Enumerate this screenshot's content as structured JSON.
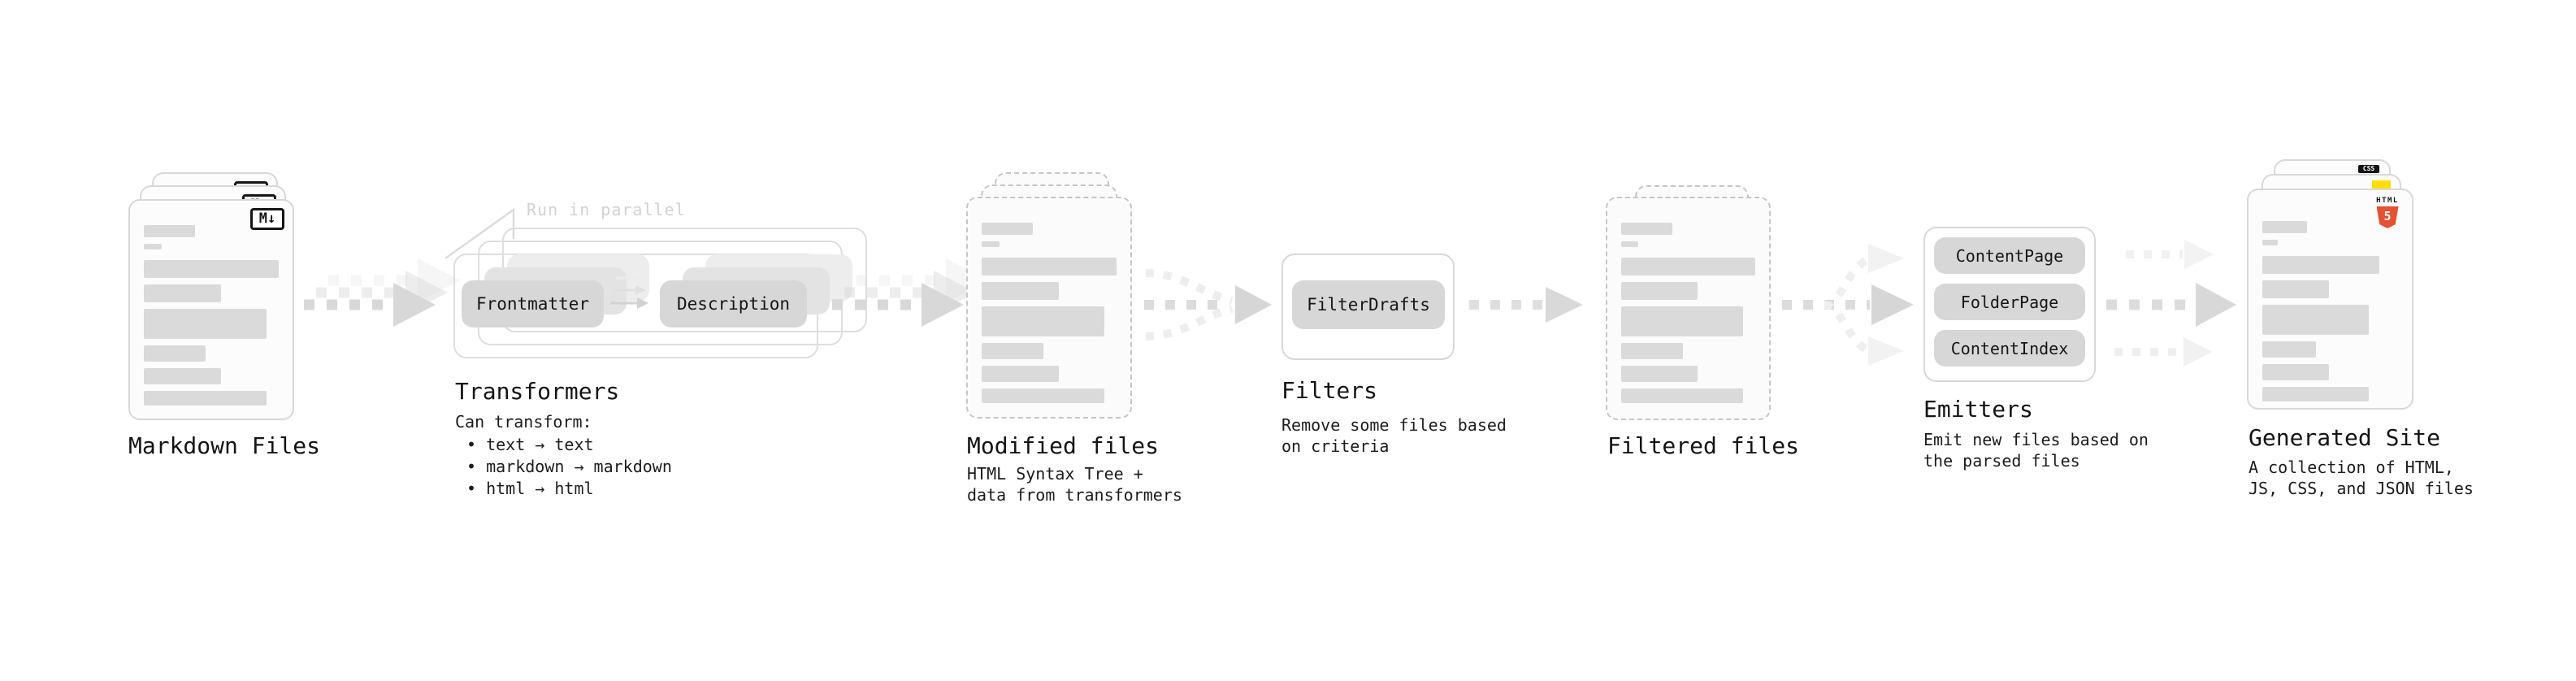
{
  "sections": {
    "markdown_files": {
      "title": "Markdown Files",
      "file_icon_label": "M↓"
    },
    "transformers": {
      "title": "Transformers",
      "annotation": "Run in parallel",
      "node_a": "Frontmatter",
      "node_b": "Description",
      "desc_heading": "Can transform:",
      "bullets": [
        "text → text",
        "markdown → markdown",
        "html → html"
      ]
    },
    "modified_files": {
      "title": "Modified files",
      "desc": "HTML Syntax Tree +\ndata from transformers"
    },
    "filters": {
      "title": "Filters",
      "node": "FilterDrafts",
      "desc": "Remove some files based\non criteria"
    },
    "filtered_files": {
      "title": "Filtered files"
    },
    "emitters": {
      "title": "Emitters",
      "nodes": [
        "ContentPage",
        "FolderPage",
        "ContentIndex"
      ],
      "desc": "Emit new files based on\nthe parsed files"
    },
    "generated_site": {
      "title": "Generated Site",
      "desc": "A collection of HTML,\nJS, CSS, and JSON files",
      "html5_word": "HTML",
      "html5_number": "5",
      "css_badge": "CSS"
    }
  },
  "colors": {
    "background": "#ffffff",
    "doc_bar": "#dadada",
    "card_border": "#d8d8d8",
    "dashed_border": "#c6c6c6",
    "node_fill": "#d7d7d7",
    "arrow_dark": "#d8d8d8",
    "arrow_faint": "#f1f1f1",
    "text": "#141414",
    "annotation_text": "#d2d2d2",
    "html5_orange": "#E8502F",
    "js_yellow": "#FFDE00",
    "css_blue": "#2965F1",
    "md_icon_border": "#161616"
  }
}
